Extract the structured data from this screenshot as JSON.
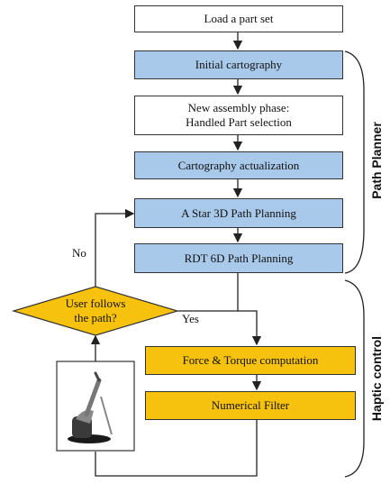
{
  "diagram": {
    "nodes": {
      "load": "Load a part set",
      "initial_cartography": "Initial cartography",
      "assembly_phase": "New assembly phase:\nHandled Part selection",
      "actualization": "Cartography actualization",
      "astar": "A Star 3D Path Planning",
      "rdt": "RDT 6D Path Planning",
      "decision": "User follows\nthe path?",
      "force": "Force & Torque computation",
      "filter": "Numerical Filter"
    },
    "edge_labels": {
      "no": "No",
      "yes": "Yes"
    },
    "groups": {
      "path_planner": "Path Planner",
      "haptic_control": "Haptic control"
    },
    "colors": {
      "planner_box": "#a9c9ea",
      "haptic_box": "#f7c20d",
      "plain_box": "#ffffff"
    }
  }
}
